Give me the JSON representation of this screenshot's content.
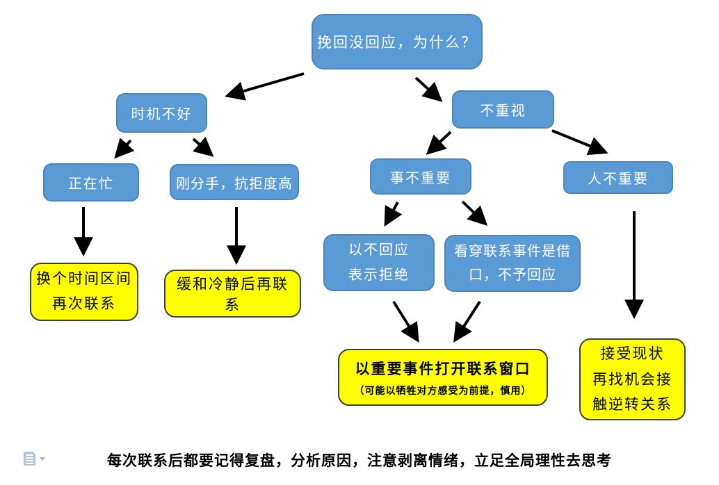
{
  "colors": {
    "background": "#ffffff",
    "node-blue": "#5b9bd5",
    "node-blue-border": "#4a85c2",
    "node-blue-text": "#ffffff",
    "node-yellow": "#ffff00",
    "node-yellow-border": "#3f3f3f",
    "node-yellow-text": "#000000",
    "arrow": "#000000"
  },
  "flowchart": {
    "root": {
      "label": "挽回没回应，为什么？"
    },
    "timing_bad": {
      "label": "时机不好"
    },
    "busy_now": {
      "label": "正在忙"
    },
    "just_broke_up": {
      "label": "刚分手，抗拒度高"
    },
    "change_time_slot": {
      "lines": [
        "换个时间区间",
        "再次联系"
      ]
    },
    "calm_down_first": {
      "label": "缓和冷静后再联系"
    },
    "not_valued": {
      "label": "不重视"
    },
    "matter_unimportant": {
      "label": "事不重要"
    },
    "person_unimportant": {
      "label": "人不重要"
    },
    "silent_refusal": {
      "lines": [
        "以不回应",
        "表示拒绝"
      ]
    },
    "excuse_seen_through": {
      "lines": [
        "看穿联系事件是借",
        "口，不予回应"
      ]
    },
    "important_event_window": {
      "title": "以重要事件打开联系窗口",
      "note": "（可能以牺牲对方感受为前提，慎用）"
    },
    "accept_status_quo": {
      "lines": [
        "接受现状",
        "再找机会接",
        "触逆转关系"
      ]
    }
  },
  "footer": {
    "note": "每次联系后都要记得复盘，分析原因，注意剥离情绪，立足全局理性去思考"
  },
  "icons": {
    "paste_options": "clipboard-paste-icon",
    "dropdown": "chevron-down-icon"
  }
}
